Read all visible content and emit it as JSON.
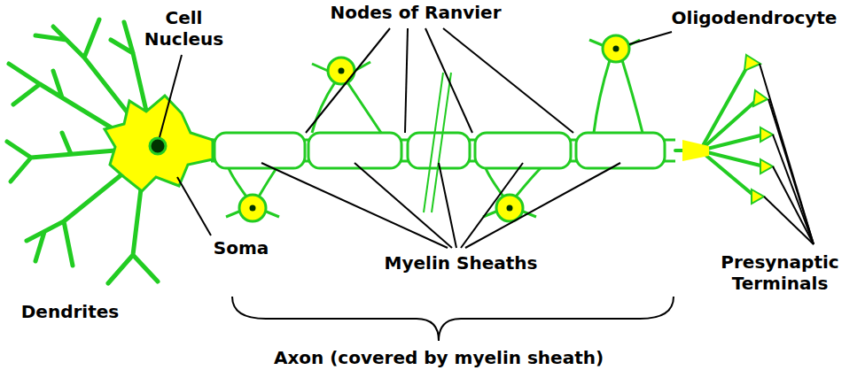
{
  "diagram": {
    "labels": [
      "Cell Nucleus",
      "Nodes of Ranvier",
      "Oligodendrocyte",
      "Soma",
      "Myelin Sheaths",
      "Dendrites",
      "Presynaptic Terminals",
      "Axon (covered by myelin sheath)"
    ]
  }
}
